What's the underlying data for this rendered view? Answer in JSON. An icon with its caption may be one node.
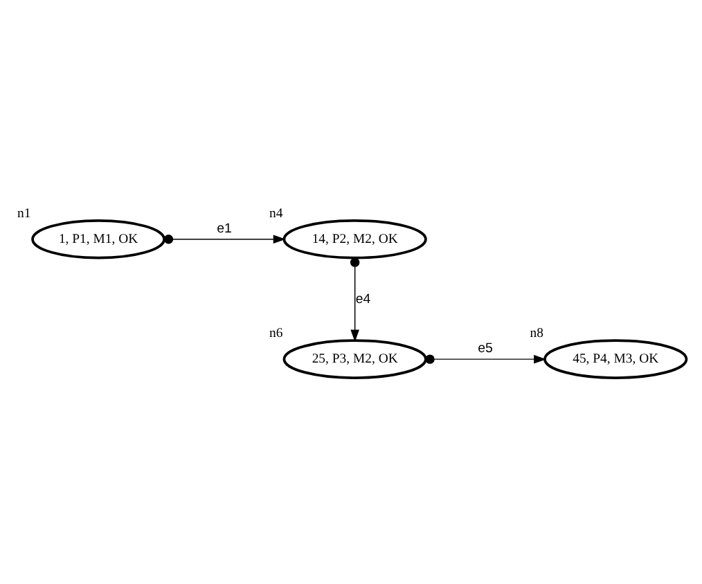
{
  "diagram": {
    "nodes": [
      {
        "text": [
          "1, P1, M1, OK"
        ],
        "beside": [
          "n1"
        ]
      },
      {
        "text": [
          "14, P2, M2, OK"
        ],
        "beside": [
          "n4"
        ]
      },
      {
        "text": [
          "45, P4, M3, OK"
        ],
        "beside": [
          "n8"
        ]
      },
      {
        "text": [
          "25, P3, M2, OK"
        ],
        "beside": [
          "n6"
        ]
      }
    ],
    "edges": [
      {
        "from": 0,
        "to": 1,
        "arrow": "to",
        "label": "e1"
      },
      {
        "from": 1,
        "to": 3,
        "arrow": "to",
        "label": "e4"
      },
      {
        "from": 3,
        "to": 2,
        "arrow": "to",
        "label": "e5"
      }
    ]
  }
}
